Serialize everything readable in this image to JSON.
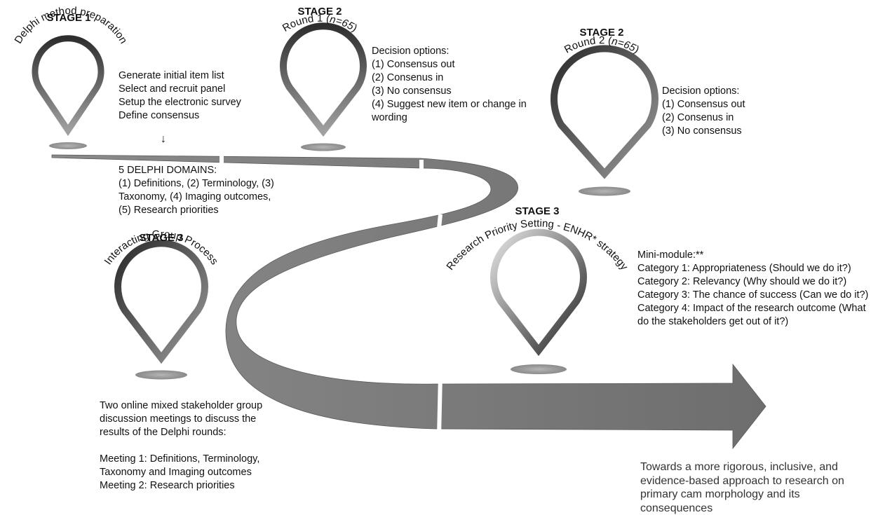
{
  "stage1": {
    "label": "STAGE 1",
    "title": "Delphi method preparation",
    "items": [
      "Generate initial item list",
      "Select and recruit panel",
      "Setup the electronic survey",
      "Define consensus"
    ],
    "arrow": "↓",
    "domains": [
      "5 DELPHI DOMAINS:",
      "(1) Definitions, (2) Terminology, (3)",
      "Taxonomy, (4) Imaging outcomes,",
      "(5) Research priorities"
    ]
  },
  "stage2_round1": {
    "label": "STAGE 2",
    "title_prefix": "Round 1 (",
    "title_n": "n=65",
    "title_suffix": ")",
    "options": [
      "Decision options:",
      "(1) Consensus out",
      "(2) Consenus in",
      "(3) No consensus",
      "(4) Suggest new item or change in",
      "wording"
    ]
  },
  "stage2_round2": {
    "label": "STAGE 2",
    "title_prefix": "Round 2 (",
    "title_n": "n=65",
    "title_suffix": ")",
    "options": [
      "Decision options:",
      "(1) Consensus out",
      "(2) Consenus in",
      "(3) No consensus"
    ]
  },
  "stage3_group": {
    "label": "STAGE 3",
    "title": "Interacting Group Process",
    "description": [
      "Two online mixed stakeholder group",
      "discussion meetings to discuss the",
      "results of the Delphi rounds:",
      "",
      "Meeting 1: Definitions, Terminology,",
      "Taxonomy and Imaging outcomes",
      "Meeting 2: Research priorities"
    ]
  },
  "stage3_priority": {
    "label": "STAGE 3",
    "title": "Research Priority Setting - ENHR* strategy",
    "module": [
      "Mini-module:**",
      "Category 1: Appropriateness (Should we do it?)",
      "Category 2: Relevancy (Why should we do it?)",
      "Category 3: The chance of success (Can we do it?)",
      "Category 4: Impact of the research outcome (What",
      "do the stakeholders get out of it?)"
    ]
  },
  "target": [
    "Towards a more rigorous, inclusive, and",
    "evidence-based approach to research on",
    "primary cam morphology and its",
    "consequences"
  ],
  "colors": {
    "path": "#757575",
    "pin_dark": "#2a2a2a",
    "pin_light": "#9a9a9a",
    "shadow": "#9e9e9e"
  }
}
